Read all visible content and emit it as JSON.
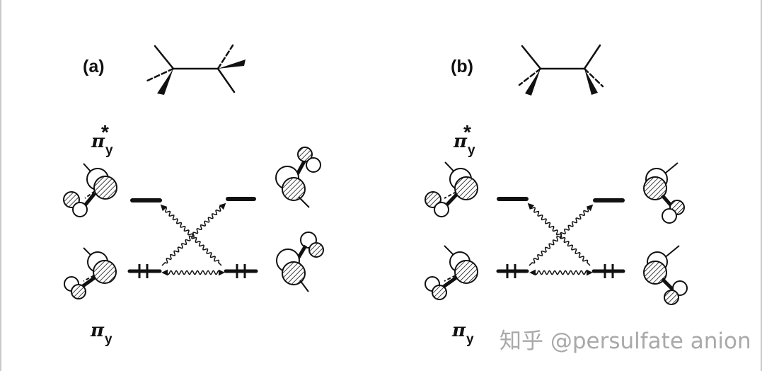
{
  "panels": [
    {
      "label": "(a)",
      "upper_orbital_label": "π",
      "upper_orbital_sub": "y",
      "upper_orbital_sup": "*",
      "lower_orbital_label": "π",
      "lower_orbital_sub": "y"
    },
    {
      "label": "(b)",
      "upper_orbital_label": "π",
      "upper_orbital_sub": "y",
      "upper_orbital_sup": "*",
      "lower_orbital_label": "π",
      "lower_orbital_sub": "y"
    }
  ],
  "watermark": "知乎 @persulfate anion",
  "colors": {
    "ink": "#111111",
    "watermark": "#969696",
    "edge": "#c9c9c9"
  }
}
